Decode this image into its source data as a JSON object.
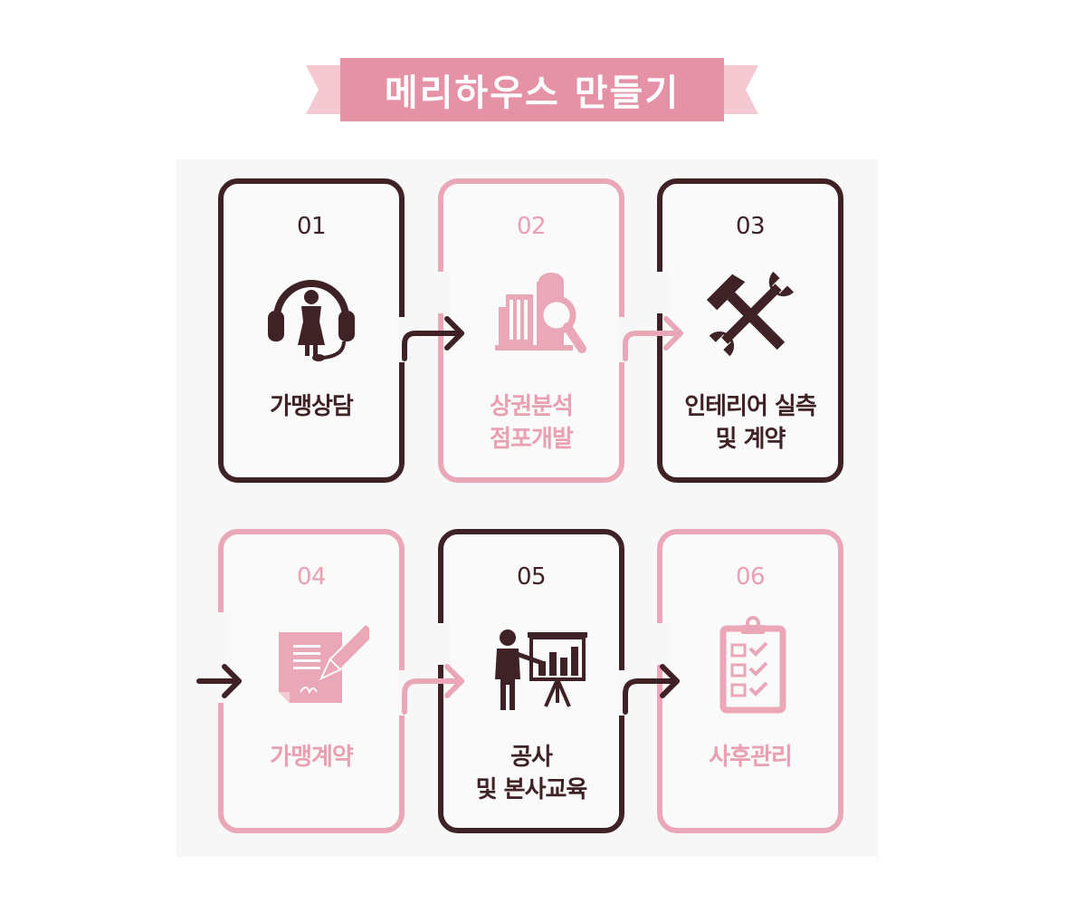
{
  "banner": {
    "title": "메리하우스 만들기"
  },
  "steps": [
    {
      "num": "01",
      "label": "가맹상담",
      "icon": "headset-consultant-icon"
    },
    {
      "num": "02",
      "label": "상권분석",
      "label2": "점포개발",
      "icon": "building-magnifier-icon"
    },
    {
      "num": "03",
      "label": "인테리어 실측",
      "label2": "및 계약",
      "icon": "hammer-wrench-icon"
    },
    {
      "num": "04",
      "label": "가맹계약",
      "icon": "contract-pen-icon"
    },
    {
      "num": "05",
      "label": "공사",
      "label2": "및 본사교육",
      "icon": "presenter-chart-icon"
    },
    {
      "num": "06",
      "label": "사후관리",
      "icon": "checklist-clipboard-icon"
    }
  ],
  "colors": {
    "dark": "#3f2226",
    "pink": "#e9a7b8",
    "banner": "#e592a7",
    "banner_tail": "#f4c9d2"
  }
}
